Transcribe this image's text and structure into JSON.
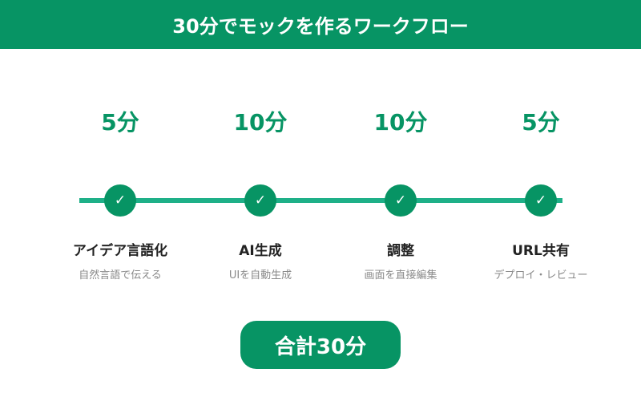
{
  "header": {
    "title": "30分でモックを作るワークフロー"
  },
  "colors": {
    "primary": "#079464",
    "line": "#1eb088",
    "title_text": "#222222",
    "desc_text": "#8a8a8a"
  },
  "steps": [
    {
      "duration": "5分",
      "icon": "check-icon",
      "glyph": "✓",
      "title": "アイデア言語化",
      "description": "自然言語で伝える"
    },
    {
      "duration": "10分",
      "icon": "check-icon",
      "glyph": "✓",
      "title": "AI生成",
      "description": "UIを自動生成"
    },
    {
      "duration": "10分",
      "icon": "check-icon",
      "glyph": "✓",
      "title": "調整",
      "description": "画面を直接編集"
    },
    {
      "duration": "5分",
      "icon": "check-icon",
      "glyph": "✓",
      "title": "URL共有",
      "description": "デプロイ・レビュー"
    }
  ],
  "total": {
    "label": "合計30分"
  }
}
